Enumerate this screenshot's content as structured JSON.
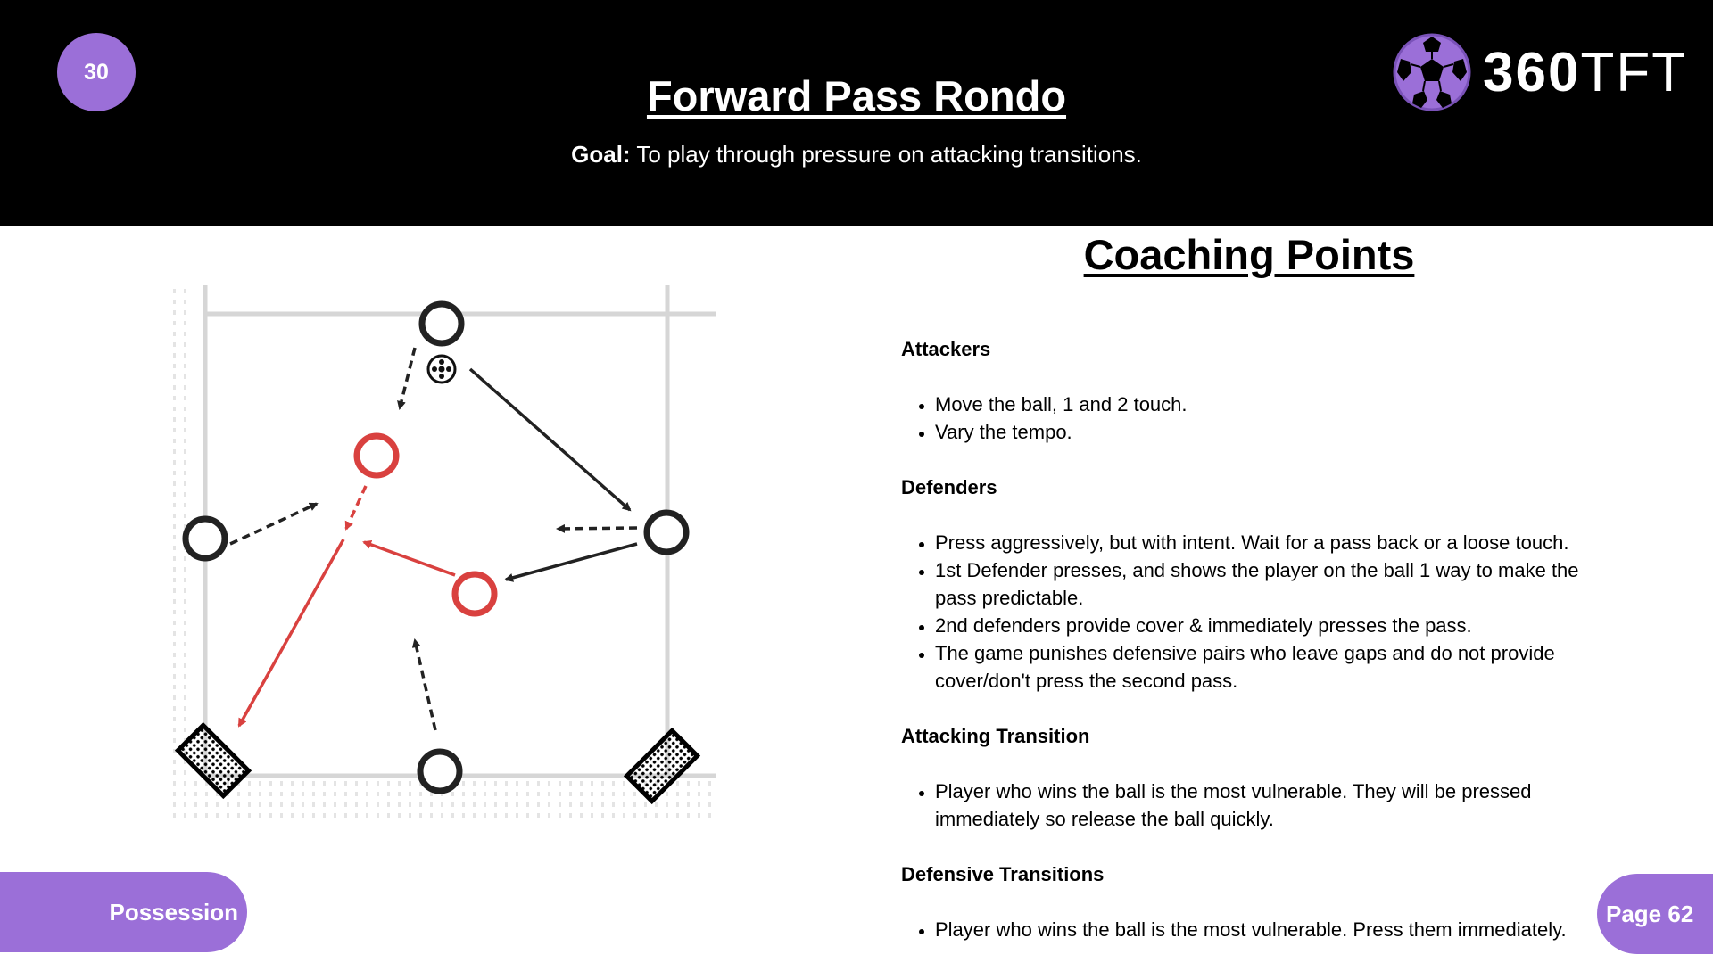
{
  "header": {
    "drill_number": "30",
    "title": "Forward Pass Rondo",
    "goal_label": "Goal:",
    "goal_text": " To play through pressure on attacking transitions.",
    "logo_text_bold": "360",
    "logo_text_light": "TFT",
    "logo_icon": "soccer-ball-icon"
  },
  "coaching": {
    "heading": "Coaching Points",
    "sections": [
      {
        "title": "Attackers",
        "bullets": [
          "Move the ball, 1 and 2 touch.",
          "Vary the tempo."
        ]
      },
      {
        "title": "Defenders",
        "bullets": [
          "Press aggressively, but with intent. Wait for a pass back or a loose touch.",
          "1st Defender presses, and shows the player on the ball 1 way to make the pass predictable.",
          "2nd defenders provide cover & immediately presses the pass.",
          "The game punishes defensive pairs who leave gaps and do not provide cover/don't press the second pass."
        ]
      },
      {
        "title": "Attacking Transition",
        "bullets": [
          "Player who wins the ball is the most vulnerable. They will be pressed immediately so release the ball quickly."
        ]
      },
      {
        "title": "Defensive Transitions",
        "bullets": [
          "Player who wins the ball is the most vulnerable. Press them immediately."
        ]
      }
    ]
  },
  "footer": {
    "category": "Possession",
    "page_label": "Page 62"
  },
  "colors": {
    "accent_purple": "#9b6fd8",
    "attacker": "#222222",
    "defender": "#d9413f",
    "header_bg": "#000000"
  }
}
